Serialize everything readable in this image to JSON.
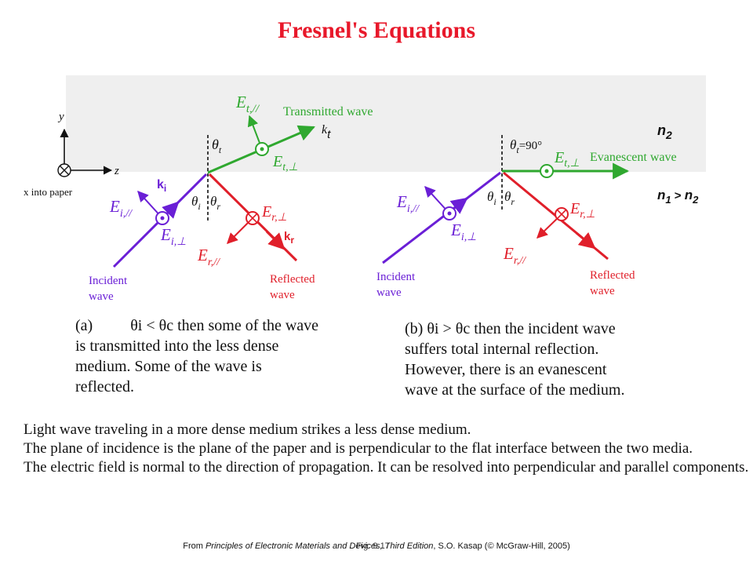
{
  "title": "Fresnel's Equations",
  "colors": {
    "title": "#e8182a",
    "incident": "#6a1fd6",
    "reflected": "#e01f2a",
    "transmitted": "#2fa82f",
    "medium_shade": "#efefef"
  },
  "axes": {
    "y_label": "y",
    "z_label": "z",
    "x_note": "x into paper"
  },
  "panel_a": {
    "transmitted_label": "Transmitted wave",
    "E_t_par": "E",
    "E_t_par_sub": "t,//",
    "k_t": "k",
    "k_t_sub": "t",
    "theta_t": "θ",
    "theta_t_sub": "t",
    "E_t_perp": "E",
    "E_t_perp_sub": "t,⊥",
    "k_i": "k",
    "k_i_sub": "i",
    "E_i_par": "E",
    "E_i_par_sub": "i,//",
    "theta_i": "θ",
    "theta_i_sub": "i",
    "theta_r": "θ",
    "theta_r_sub": "r",
    "E_r_perp": "E",
    "E_r_perp_sub": "r,⊥",
    "E_i_perp": "E",
    "E_i_perp_sub": "i,⊥",
    "k_r": "k",
    "k_r_sub": "r",
    "E_r_par": "E",
    "E_r_par_sub": "r,//",
    "incident_label_1": "Incident",
    "incident_label_2": "wave",
    "reflected_label_1": "Reflected",
    "reflected_label_2": "wave"
  },
  "panel_b": {
    "n2": "n",
    "n2_sub": "2",
    "n_relation_n1": "n",
    "n_relation_n1_sub": "1",
    "n_relation_gt": " > ",
    "n_relation_n2": "n",
    "n_relation_n2_sub": "2",
    "theta_t": "θ",
    "theta_t_sub": "t",
    "theta_t_value": "=90°",
    "E_t_perp": "E",
    "E_t_perp_sub": "t,⊥",
    "evanescent_label": "Evanescent wave",
    "E_i_par": "E",
    "E_i_par_sub": "i,//",
    "theta_i": "θ",
    "theta_i_sub": "i",
    "theta_r": "θ",
    "theta_r_sub": "r",
    "E_r_perp": "E",
    "E_r_perp_sub": "r,⊥",
    "E_i_perp": "E",
    "E_i_perp_sub": "i,⊥",
    "E_r_par": "E",
    "E_r_par_sub": "r,//",
    "incident_label_1": "Incident",
    "incident_label_2": "wave",
    "reflected_label_1": "Reflected",
    "reflected_label_2": "wave"
  },
  "caption_a": {
    "prefix": "(a)",
    "line1": "θi < θc then some of the wave",
    "line2": "is transmitted into the less dense",
    "line3": "medium. Some of the wave is",
    "line4": "reflected."
  },
  "caption_b": {
    "line1": "(b) θi > θc then the incident wave",
    "line2": "suffers total internal reflection.",
    "line3": "However, there is an evanescent",
    "line4": "wave at the surface of the medium."
  },
  "description": [
    "Light wave traveling in a more dense medium strikes a less dense medium.",
    "The plane of incidence is the plane of the paper and is perpendicular to the flat interface between the two media.",
    "The electric field is normal to the direction of propagation. It can be resolved into perpendicular and parallel components."
  ],
  "credit": {
    "from": "From ",
    "book": "Principles of Electronic Materials and Devices, Third Edition",
    "author": ", S.O. Kasap (© McGraw-Hill, 2005)",
    "fig_no": "Fig. 9.17"
  }
}
